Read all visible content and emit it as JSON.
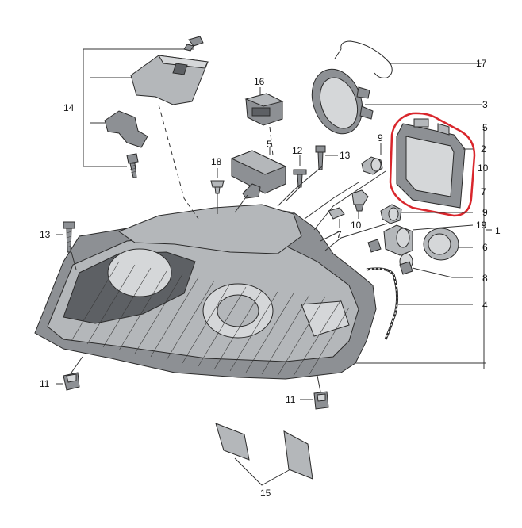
{
  "diagram": {
    "callouts": {
      "c1": "1",
      "c2": "2",
      "c3": "3",
      "c4": "4",
      "c5": "5",
      "c5b": "5",
      "c6": "6",
      "c7": "7",
      "c7b": "7",
      "c8": "8",
      "c9": "9",
      "c9b": "9",
      "c10": "10",
      "c10b": "10",
      "c11a": "11",
      "c11b": "11",
      "c12": "12",
      "c13a": "13",
      "c13b": "13",
      "c14": "14",
      "c15": "15",
      "c16": "16",
      "c17": "17",
      "c18": "18",
      "c19": "19"
    },
    "highlight_color": "#d9262c",
    "line_color": "#333333"
  }
}
